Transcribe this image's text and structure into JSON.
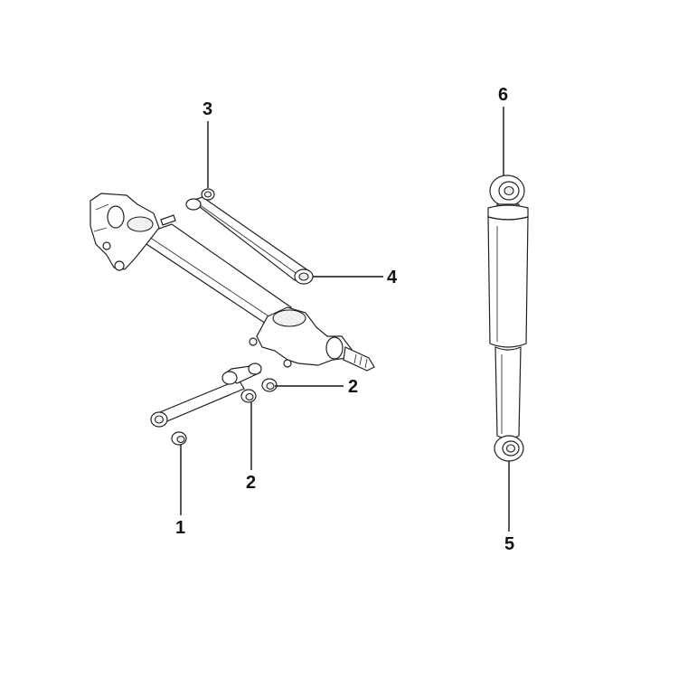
{
  "callouts": {
    "c1": "1",
    "c2a": "2",
    "c2b": "2",
    "c3": "3",
    "c4": "4",
    "c5": "5",
    "c6": "6"
  },
  "colors": {
    "line": "#222222",
    "background": "#ffffff"
  }
}
